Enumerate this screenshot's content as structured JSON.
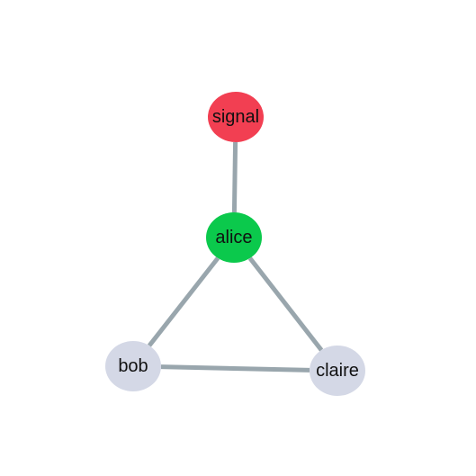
{
  "graph": {
    "nodes": [
      {
        "id": "signal",
        "label": "signal",
        "color": "#f23f52"
      },
      {
        "id": "alice",
        "label": "alice",
        "color": "#0bc94c"
      },
      {
        "id": "bob",
        "label": "bob",
        "color": "#d4d8e6"
      },
      {
        "id": "claire",
        "label": "claire",
        "color": "#d4d8e6"
      }
    ],
    "edges": [
      {
        "source": "signal",
        "target": "alice"
      },
      {
        "source": "alice",
        "target": "bob"
      },
      {
        "source": "alice",
        "target": "claire"
      },
      {
        "source": "bob",
        "target": "claire"
      }
    ],
    "edge_color": "#99a6ad"
  }
}
